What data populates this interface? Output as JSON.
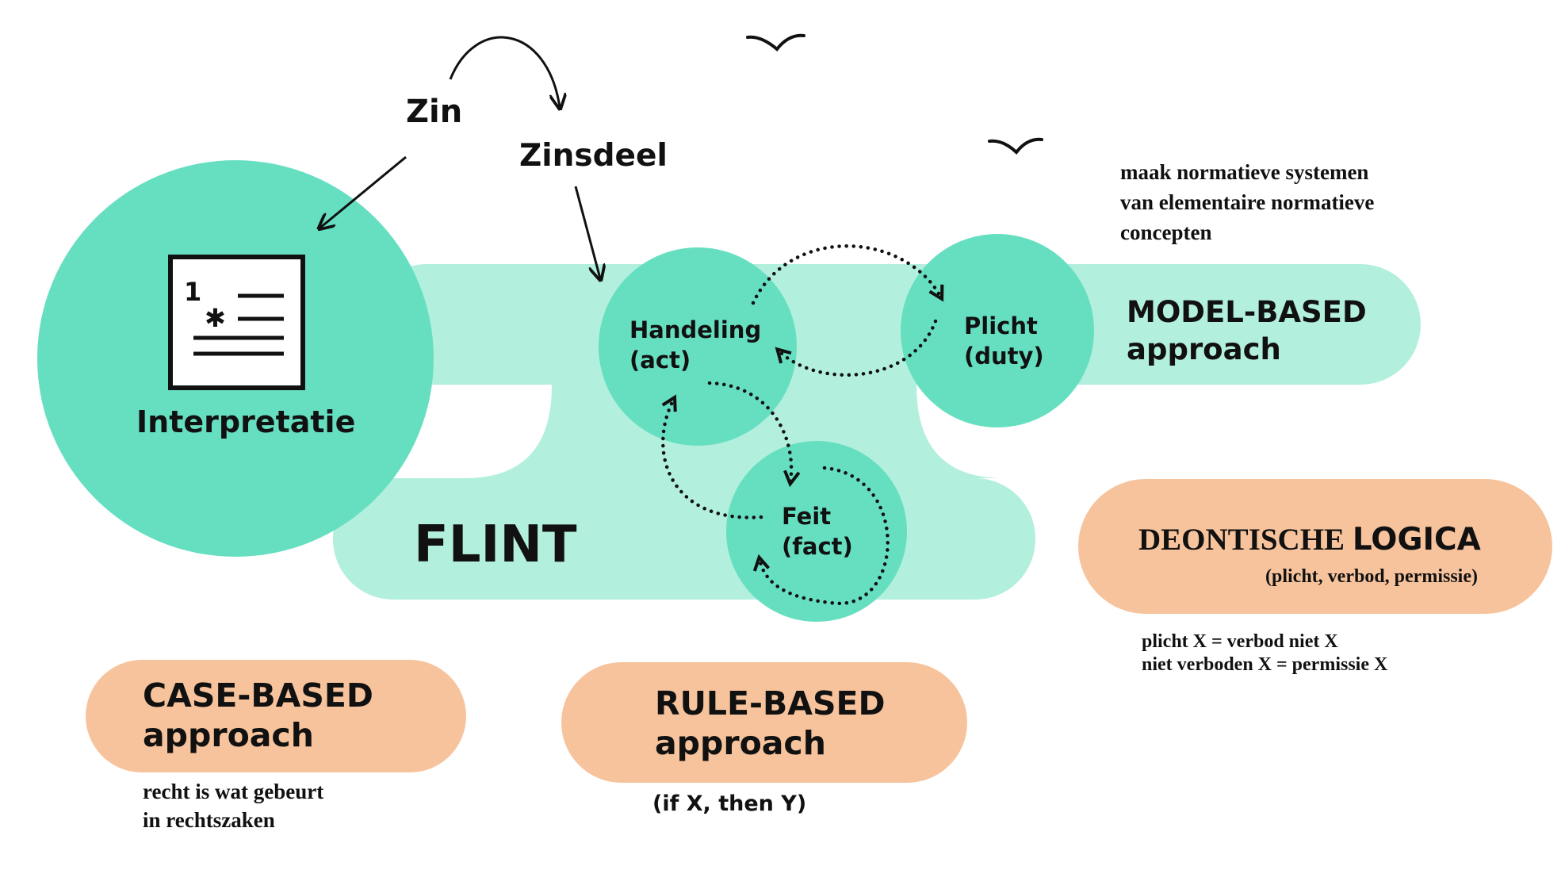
{
  "colors": {
    "teal": "#66dfc1",
    "mint": "#b2efdd",
    "peach": "#f7c39c",
    "ink": "#111111"
  },
  "icons": [
    "document-list-icon",
    "bird-icon",
    "curved-arrow-icon",
    "dotted-cycle-arrow-icon"
  ],
  "zin": "Zin",
  "zinsdeel": "Zinsdeel",
  "interpretatie": "Interpretatie",
  "document_icon_number": "1",
  "document_icon_star": "✱",
  "flint": "FLINT",
  "handeling": {
    "line1": "Handeling",
    "line2": "(act)"
  },
  "plicht": {
    "line1": "Plicht",
    "line2": "(duty)"
  },
  "feit": {
    "line1": "Feit",
    "line2": "(fact)"
  },
  "model_based": {
    "note_line1": "maak normatieve systemen",
    "note_line2": "van elementaire normatieve",
    "note_line3": "concepten",
    "title": "MODEL-BASED",
    "subtitle": "approach"
  },
  "deontische": {
    "title_a": "DEONTISCHE ",
    "title_b": "LOGICA",
    "subtitle": "(plicht, verbod, permissie)",
    "note_line1": "plicht X = verbod niet X",
    "note_line2": "niet verboden X = permissie X"
  },
  "case_based": {
    "title": "CASE-BASED",
    "subtitle": "approach",
    "note_line1": "recht is wat gebeurt",
    "note_line2": "in rechtszaken"
  },
  "rule_based": {
    "title": "RULE-BASED",
    "subtitle": "approach",
    "note": "(if X, then Y)"
  }
}
